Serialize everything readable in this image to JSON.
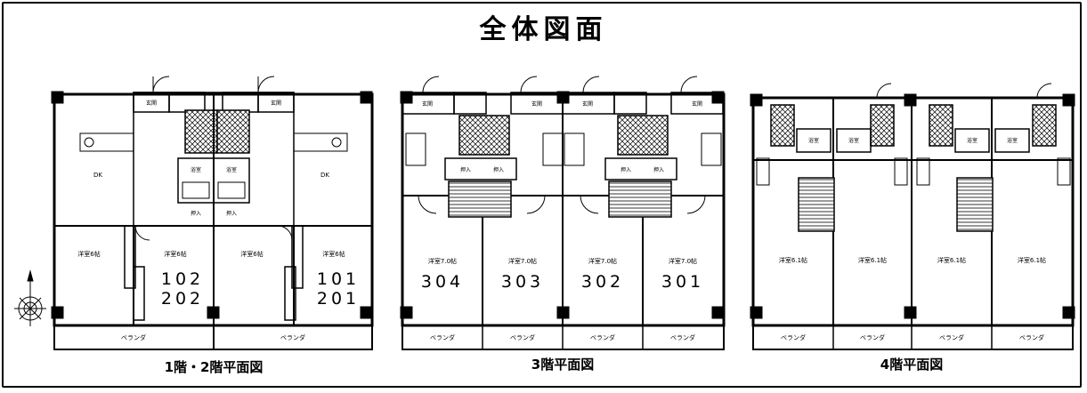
{
  "title": "全体図面",
  "plans": {
    "floor12": {
      "caption": "1階・2階平面図",
      "dk_left": "DK",
      "dk_right": "DK",
      "room_a": "洋室6帖",
      "room_b": "洋室6帖",
      "room_c": "洋室6帖",
      "room_d": "洋室6帖",
      "unit_left_1": "102",
      "unit_left_2": "202",
      "unit_right_1": "101",
      "unit_right_2": "201",
      "entrance_l": "玄関",
      "entrance_r": "玄関",
      "bath_l": "浴室",
      "bath_r": "浴室",
      "closet_l": "押入",
      "closet_r": "押入",
      "veranda_l": "ベランダ",
      "veranda_r": "ベランダ"
    },
    "floor3": {
      "caption": "3階平面図",
      "rooms": [
        "洋室7.0帖",
        "洋室7.0帖",
        "洋室7.0帖",
        "洋室7.0帖"
      ],
      "units": [
        "304",
        "303",
        "302",
        "301"
      ],
      "verandas": [
        "ベランダ",
        "ベランダ",
        "ベランダ",
        "ベランダ"
      ],
      "entrances": [
        "玄関",
        "玄関",
        "玄関",
        "玄関"
      ],
      "closets": [
        "押入",
        "押入",
        "押入",
        "押入"
      ]
    },
    "floor4": {
      "caption": "4階平面図",
      "rooms": [
        "洋室6.1帖",
        "洋室6.1帖",
        "洋室6.1帖",
        "洋室6.1帖"
      ],
      "verandas": [
        "ベランダ",
        "ベランダ",
        "ベランダ",
        "ベランダ"
      ],
      "baths": [
        "浴室",
        "浴室",
        "浴室",
        "浴室"
      ]
    }
  }
}
